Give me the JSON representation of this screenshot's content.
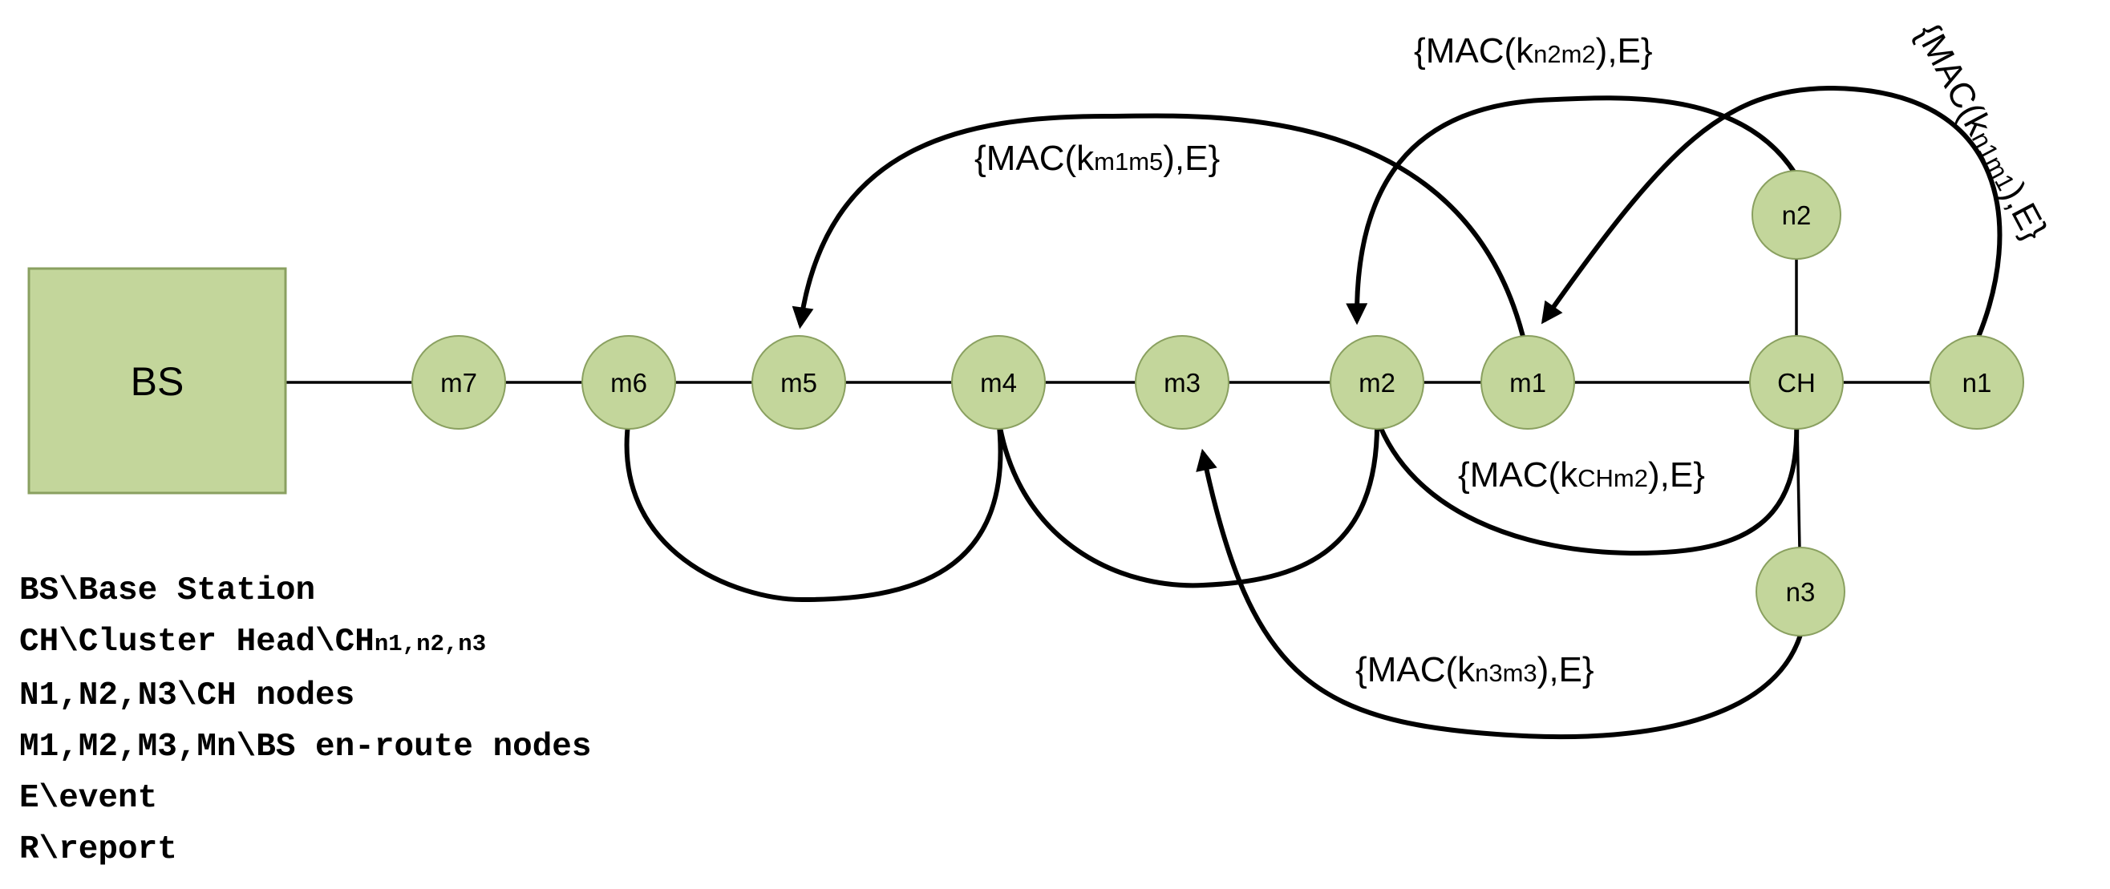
{
  "base_station": {
    "label": "BS"
  },
  "nodes": {
    "m7": "m7",
    "m6": "m6",
    "m5": "m5",
    "m4": "m4",
    "m3": "m3",
    "m2": "m2",
    "m1": "m1",
    "ch": "CH",
    "n1": "n1",
    "n2": "n2",
    "n3": "n3"
  },
  "mac_labels": {
    "m1m5": {
      "prefix": "{MAC(k",
      "sub": "m1m5",
      "suffix": "),E}"
    },
    "n2m2": {
      "prefix": "{MAC(k",
      "sub": "n2m2",
      "suffix": "),E}"
    },
    "n1m1": {
      "prefix": "{MAC(k",
      "sub": "n1m1",
      "suffix": "),E}"
    },
    "chm2": {
      "prefix": "{MAC(k",
      "sub": "CHm2",
      "suffix": "),E}"
    },
    "n3m3": {
      "prefix": "{MAC(k",
      "sub": "n3m3",
      "suffix": "),E}"
    }
  },
  "legend": {
    "bs": "BS\\Base Station",
    "ch_main": "CH\\Cluster Head\\CH",
    "ch_sub": "n1,n2,n3",
    "n_nodes": "N1,N2,N3\\CH nodes",
    "m_nodes": "M1,M2,M3,Mn\\BS en-route nodes",
    "event": "E\\event",
    "report": "R\\report"
  },
  "colors": {
    "node_fill": "#c3d69b",
    "node_stroke": "#8aa060",
    "bs_fill": "#c3d69b",
    "line": "#000000",
    "background": "#ffffff"
  }
}
